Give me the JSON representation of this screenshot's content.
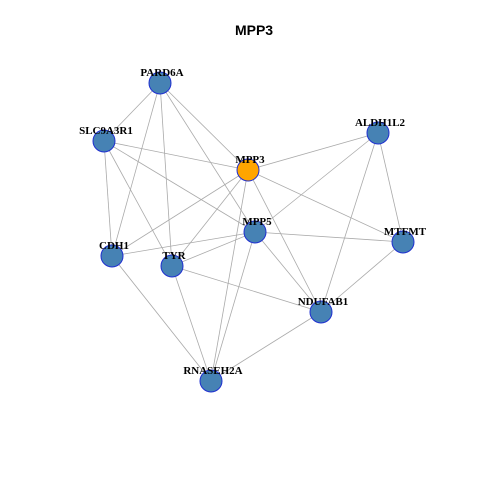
{
  "title": "MPP3",
  "colors": {
    "default_node": "#4682B4",
    "highlight_node": "#FFA500",
    "node_stroke": "#1F2FD0",
    "edge": "#AAAAAA"
  },
  "network": {
    "nodes": [
      {
        "id": "PARD6A",
        "label": "PARD6A",
        "highlight": false
      },
      {
        "id": "SLC9A3R1",
        "label": "SLC9A3R1",
        "highlight": false
      },
      {
        "id": "ALDH1L2",
        "label": "ALDH1L2",
        "highlight": false
      },
      {
        "id": "MPP3",
        "label": "MPP3",
        "highlight": true
      },
      {
        "id": "MPP5",
        "label": "MPP5",
        "highlight": false
      },
      {
        "id": "MTFMT",
        "label": "MTFMT",
        "highlight": false
      },
      {
        "id": "CDH1",
        "label": "CDH1",
        "highlight": false
      },
      {
        "id": "TYR",
        "label": "TYR",
        "highlight": false
      },
      {
        "id": "NDUFAB1",
        "label": "NDUFAB1",
        "highlight": false
      },
      {
        "id": "RNASEH2A",
        "label": "RNASEH2A",
        "highlight": false
      }
    ],
    "edges": [
      [
        "PARD6A",
        "MPP3"
      ],
      [
        "PARD6A",
        "MPP5"
      ],
      [
        "PARD6A",
        "CDH1"
      ],
      [
        "PARD6A",
        "TYR"
      ],
      [
        "PARD6A",
        "SLC9A3R1"
      ],
      [
        "SLC9A3R1",
        "MPP3"
      ],
      [
        "SLC9A3R1",
        "MPP5"
      ],
      [
        "SLC9A3R1",
        "CDH1"
      ],
      [
        "SLC9A3R1",
        "TYR"
      ],
      [
        "MPP3",
        "ALDH1L2"
      ],
      [
        "MPP3",
        "MTFMT"
      ],
      [
        "MPP3",
        "CDH1"
      ],
      [
        "MPP3",
        "TYR"
      ],
      [
        "MPP3",
        "NDUFAB1"
      ],
      [
        "MPP3",
        "RNASEH2A"
      ],
      [
        "ALDH1L2",
        "MPP5"
      ],
      [
        "ALDH1L2",
        "MTFMT"
      ],
      [
        "ALDH1L2",
        "NDUFAB1"
      ],
      [
        "MPP5",
        "CDH1"
      ],
      [
        "MPP5",
        "TYR"
      ],
      [
        "MPP5",
        "MTFMT"
      ],
      [
        "MPP5",
        "NDUFAB1"
      ],
      [
        "MPP5",
        "RNASEH2A"
      ],
      [
        "MTFMT",
        "NDUFAB1"
      ],
      [
        "CDH1",
        "RNASEH2A"
      ],
      [
        "TYR",
        "NDUFAB1"
      ],
      [
        "TYR",
        "RNASEH2A"
      ],
      [
        "NDUFAB1",
        "RNASEH2A"
      ]
    ]
  }
}
